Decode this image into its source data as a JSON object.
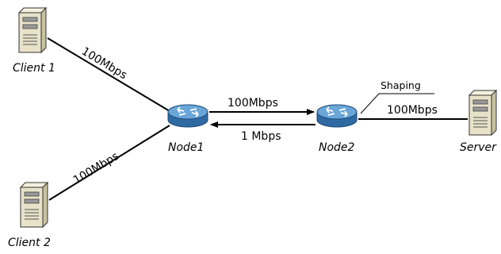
{
  "nodes": {
    "client1": {
      "label": "Client 1"
    },
    "client2": {
      "label": "Client 2"
    },
    "node1": {
      "label": "Node1"
    },
    "node2": {
      "label": "Node2"
    },
    "server": {
      "label": "Server"
    }
  },
  "links": {
    "client1_node1": "100Mbps",
    "client2_node1": "100Mbps",
    "node1_to_node2": "100Mbps",
    "node2_to_node1": "1 Mbps",
    "node2_server": "100Mbps"
  },
  "annotation": {
    "shaping": "Shaping"
  },
  "colors": {
    "router_fill": "#3f7fb8",
    "router_top": "#6aa6d8",
    "server_body": "#e7e2c8",
    "line": "#000000"
  }
}
